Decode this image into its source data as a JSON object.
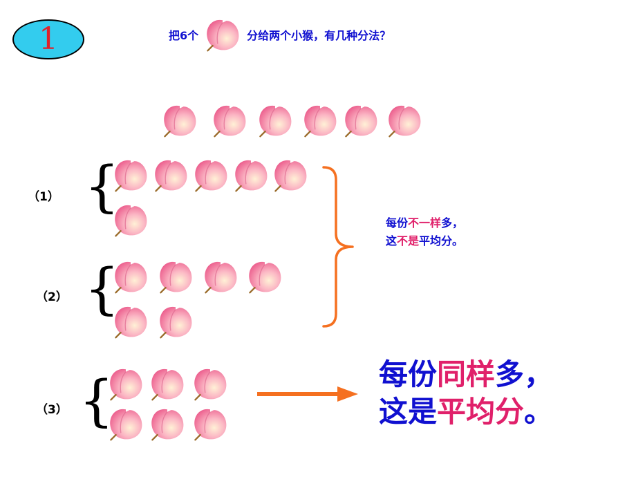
{
  "badge": {
    "number": "1"
  },
  "question": {
    "before": "把6个",
    "after": "分给两个小猴，有几种分法？"
  },
  "rows": [
    {
      "label": "（1）"
    },
    {
      "label": "（2）"
    },
    {
      "label": "（3）"
    }
  ],
  "note_unequal": {
    "line1": {
      "a": "每份",
      "b": "不一样",
      "c": "多，"
    },
    "line2": {
      "a": "这",
      "b": "不是",
      "c": "平均分。"
    }
  },
  "note_equal": {
    "line1": {
      "a": "每份",
      "b": "同样",
      "c": "多，"
    },
    "line2": {
      "a": "这是",
      "b": "平均分",
      "c": "。"
    }
  },
  "colors": {
    "text_blue": "#1010d0",
    "text_red": "#e0206a",
    "bracket_orange": "#f57020",
    "arrow_orange": "#f57020",
    "badge_fill": "#33ccee",
    "badge_number": "#e0202a"
  },
  "icons": {
    "peach": "peach-icon"
  }
}
